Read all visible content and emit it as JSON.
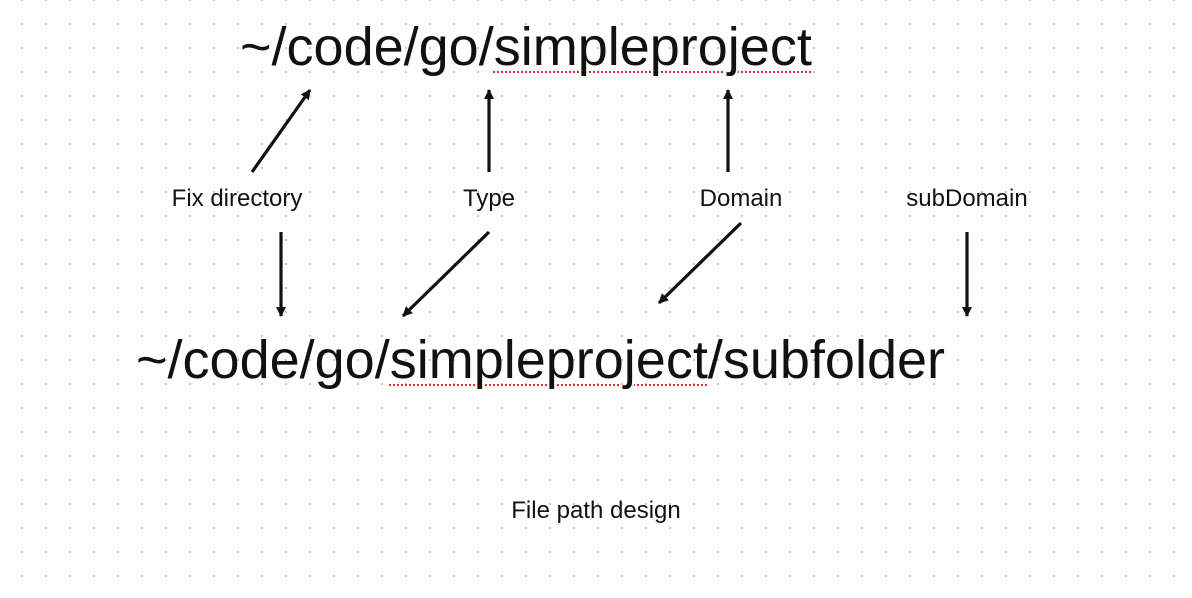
{
  "diagram": {
    "top_path": {
      "prefix": "~/code/go/",
      "flagged": "simpleproject",
      "suffix": ""
    },
    "bottom_path": {
      "prefix": "~/code/go/",
      "flagged": "simpleproject",
      "suffix": "/subfolder"
    },
    "labels": {
      "fix_directory": "Fix directory",
      "type": "Type",
      "domain": "Domain",
      "subdomain": "subDomain"
    },
    "caption": "File path design",
    "colors": {
      "ink": "#111111",
      "spellcheck_underline": "#d9342b",
      "grid_dots": "#c9c9c9"
    }
  }
}
